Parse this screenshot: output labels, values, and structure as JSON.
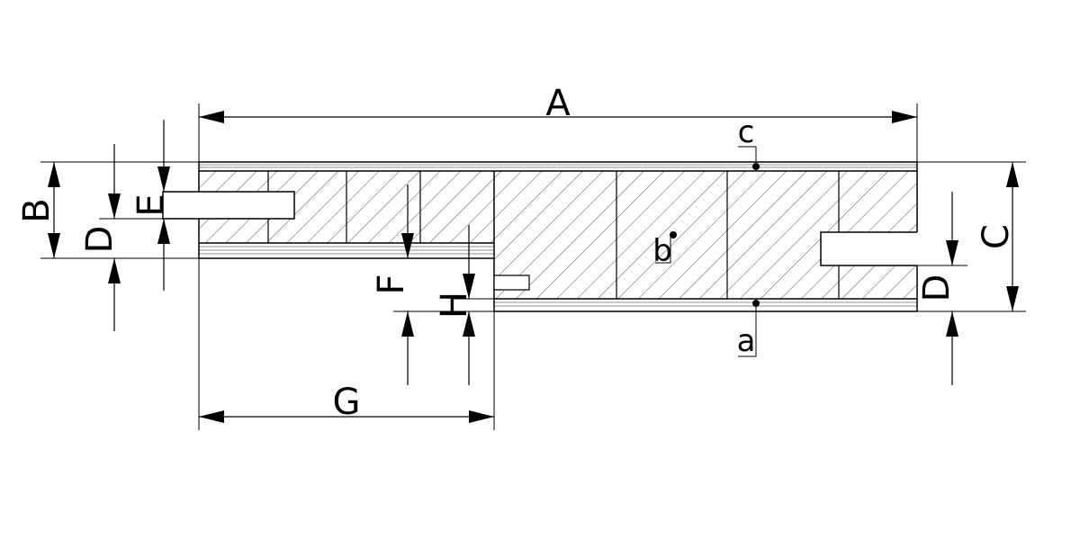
{
  "dimensions": {
    "A": "A",
    "B": "B",
    "C": "C",
    "D_left": "D",
    "D_right": "D",
    "E": "E",
    "F": "F",
    "G": "G",
    "H": "H"
  },
  "points": {
    "a": "a",
    "b": "b",
    "c": "c"
  },
  "colors": {
    "line": "#000000",
    "hatch": "#555555"
  }
}
